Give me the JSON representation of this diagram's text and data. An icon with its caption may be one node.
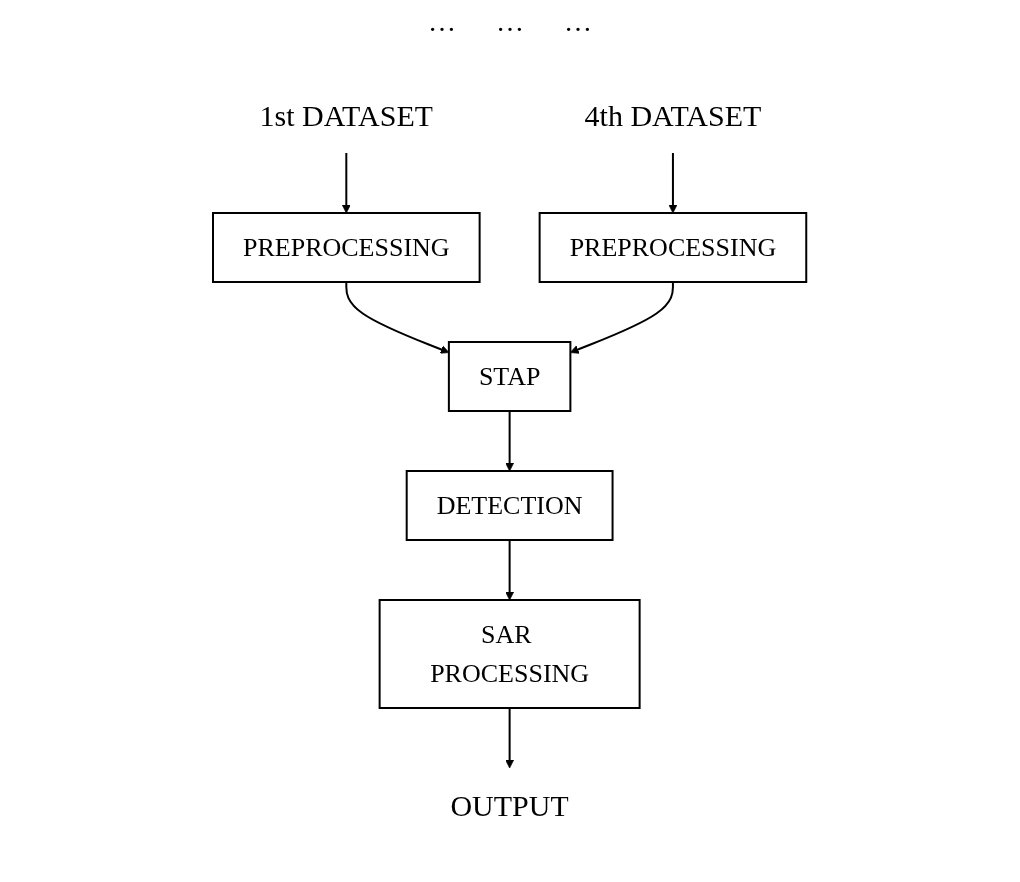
{
  "diagram": {
    "nodes": [
      {
        "text": [
          "1st DATASET"
        ]
      },
      {
        "text": [
          "4th DATASET"
        ]
      },
      {
        "text": [
          "PREPROCESSING"
        ]
      },
      {
        "text": [
          "PREPROCESSING"
        ]
      },
      {
        "text": [
          "STAP"
        ]
      },
      {
        "text": [
          "DETECTION"
        ]
      },
      {
        "text": [
          "SAR PROCESSING"
        ]
      },
      {
        "text": [
          "OUTPUT"
        ]
      }
    ],
    "edges": [
      {
        "from": 0,
        "to": 2,
        "arrow": "to"
      },
      {
        "from": 1,
        "to": 3,
        "arrow": "to"
      },
      {
        "from": 2,
        "to": 4,
        "arrow": "to"
      },
      {
        "from": 3,
        "to": 4,
        "arrow": "to"
      },
      {
        "from": 4,
        "to": 5,
        "arrow": "to"
      },
      {
        "from": 5,
        "to": 6,
        "arrow": "to"
      },
      {
        "from": 6,
        "to": 7,
        "arrow": "to"
      }
    ],
    "labels": [
      "…",
      "…",
      "…"
    ]
  }
}
